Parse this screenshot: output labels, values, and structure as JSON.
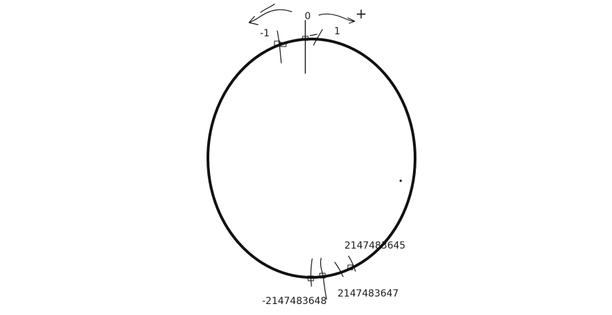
{
  "diagram": {
    "labels": {
      "zero": "0",
      "minus_one": "-1",
      "one": "1",
      "plus_sign": "+",
      "max_minus_two": "2147483645",
      "max": "2147483647",
      "min": "-2147483648"
    },
    "colors": {
      "ink": "#111111",
      "background": "#ffffff"
    }
  }
}
